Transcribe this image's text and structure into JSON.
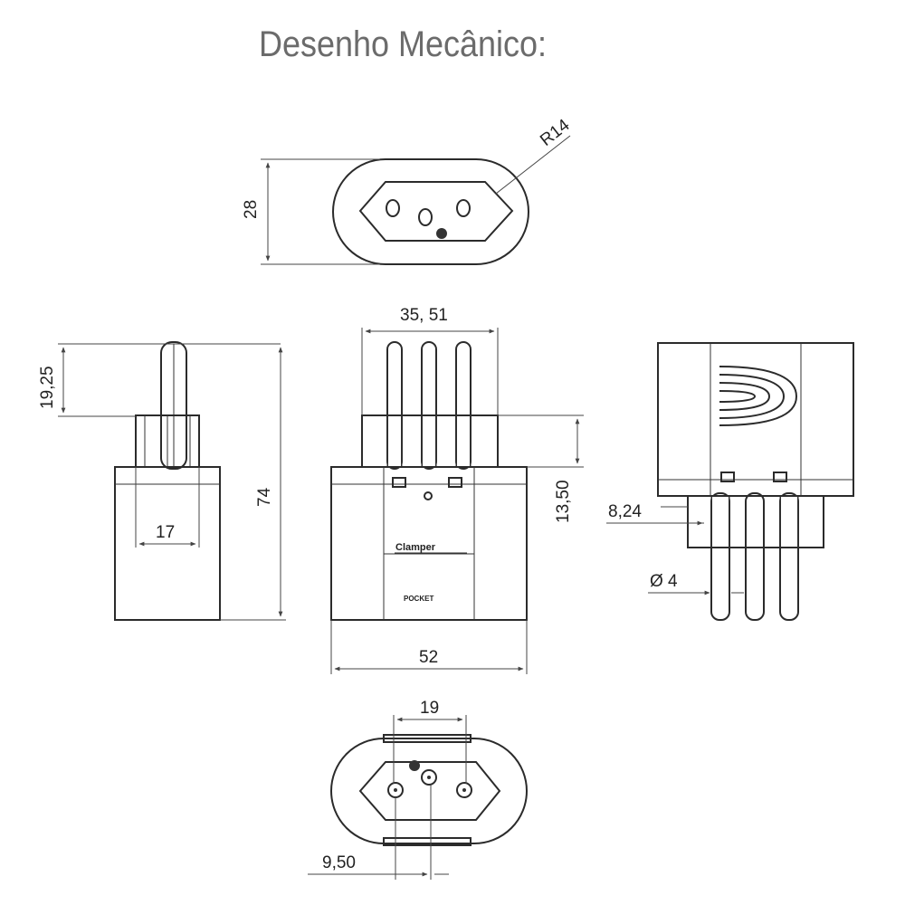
{
  "title": "Desenho Mecânico:",
  "top_view": {
    "radius_label": "R14",
    "height_label": "28"
  },
  "left_view": {
    "pin_length_label": "19,25",
    "total_height_label": "74",
    "width_label": "17"
  },
  "front_view": {
    "pin_span_label": "35, 51",
    "collar_label": "13,50",
    "body_width_label": "52",
    "brand": "Clamper",
    "model": "POCKET"
  },
  "right_view": {
    "offset_label": "8,24",
    "pin_diameter_label": "Ø 4"
  },
  "bottom_view": {
    "spacing_label": "19",
    "offset_label": "9,50"
  }
}
